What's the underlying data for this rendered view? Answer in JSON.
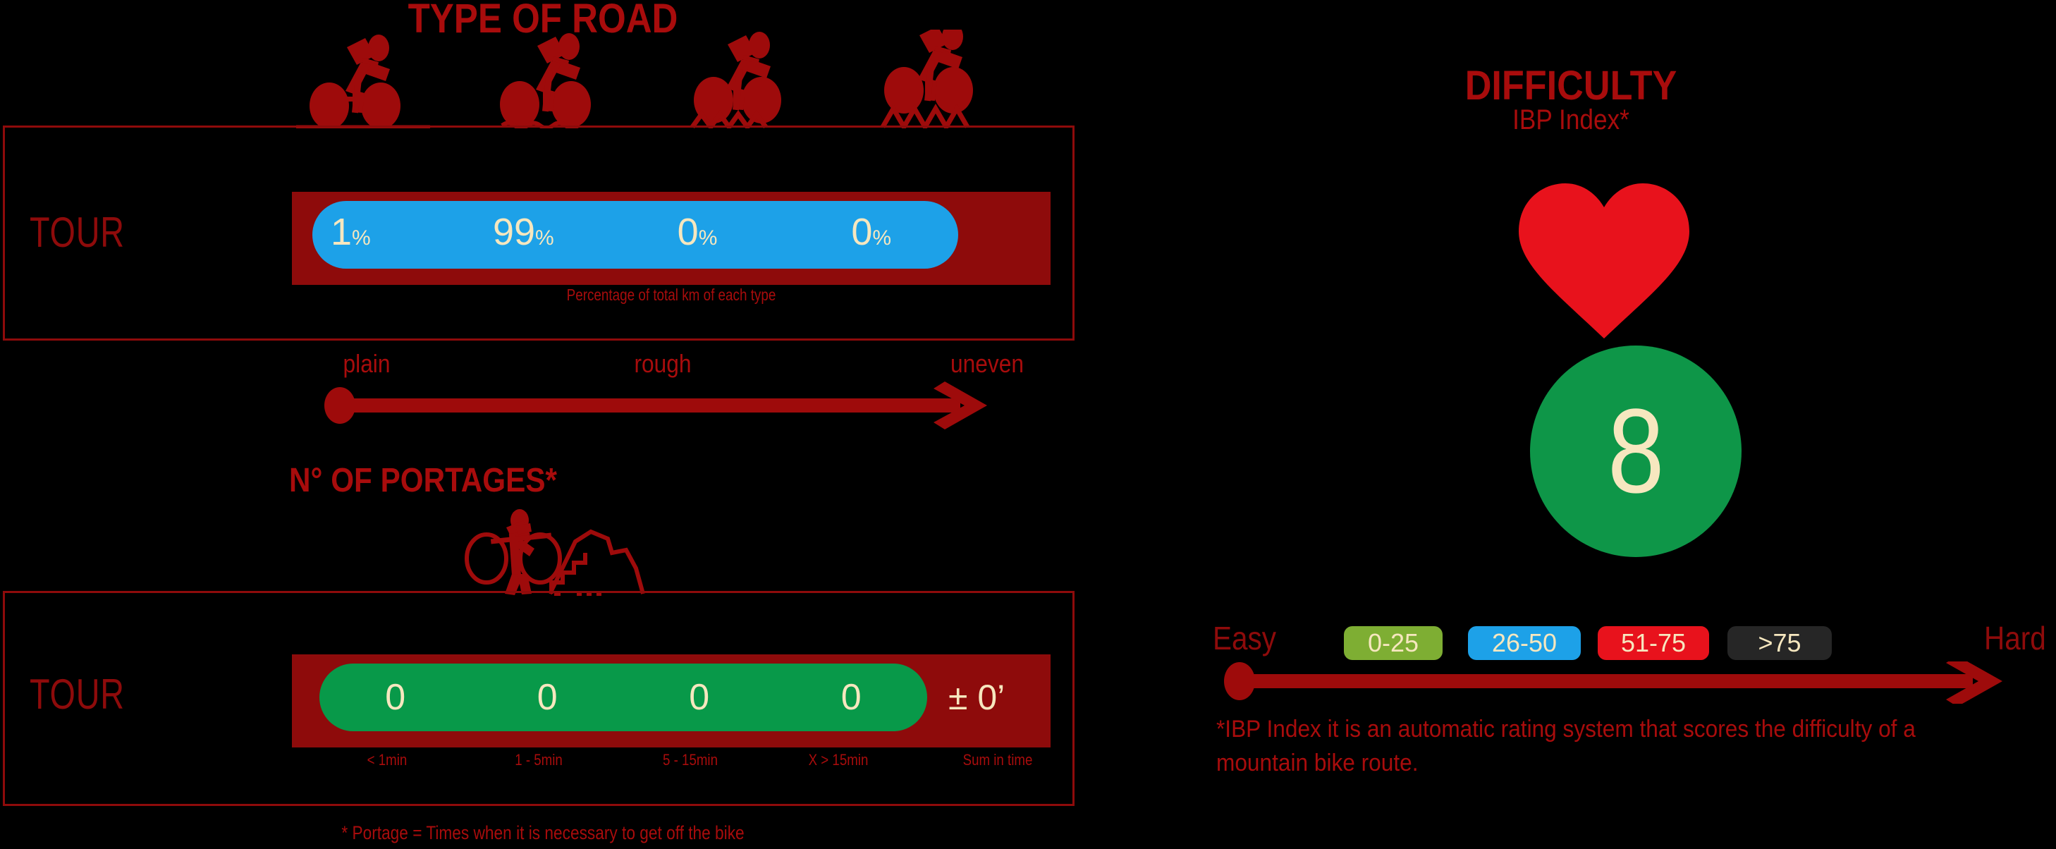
{
  "colors": {
    "background": "#000000",
    "dark_red": "#8E0B0B",
    "bright_red_text": "#A80C0C",
    "blue": "#1DA1E8",
    "green": "#089949",
    "cream": "#F6E7BF",
    "heart_red": "#E8121C",
    "circle_green": "#0E9648",
    "badge_olive": "#7EAE33",
    "badge_blue": "#1DA1E8",
    "badge_red": "#E8121C",
    "badge_dark": "#262626"
  },
  "left_panel": {
    "type_of_road": {
      "title": "TYPE OF ROAD",
      "icons": [
        {
          "name": "cyclist-plain-icon",
          "roughness": 0
        },
        {
          "name": "cyclist-slightly-rough-icon",
          "roughness": 1
        },
        {
          "name": "cyclist-rough-icon",
          "roughness": 2
        },
        {
          "name": "cyclist-uneven-icon",
          "roughness": 3
        }
      ],
      "row_label": "TOUR",
      "percentages": [
        {
          "value": "1",
          "symbol": "%"
        },
        {
          "value": "99",
          "symbol": "%"
        },
        {
          "value": "0",
          "symbol": "%"
        },
        {
          "value": "0",
          "symbol": "%"
        }
      ],
      "caption": "Percentage of total km of each type",
      "scale": {
        "labels": [
          "plain",
          "rough",
          "uneven"
        ],
        "positions_pct": [
          8,
          50,
          96
        ]
      }
    },
    "portages": {
      "title": "N° OF PORTAGES*",
      "icon_name": "hiker-carrying-bike-icon",
      "row_label": "TOUR",
      "counts": [
        "0",
        "0",
        "0",
        "0"
      ],
      "sum_label": "Sum in time",
      "sum_value": "± 0’",
      "tick_labels": [
        "< 1min",
        "1 - 5min",
        "5 - 15min",
        "X > 15min",
        "Sum in time"
      ],
      "footnote": "* Portage = Times when it is necessary to get off the bike"
    }
  },
  "right_panel": {
    "title": "DIFFICULTY",
    "subtitle": "IBP Index*",
    "heart_icon_name": "heart-icon",
    "score": "8",
    "scale": {
      "easy_label": "Easy",
      "hard_label": "Hard",
      "badges": [
        {
          "label": "0-25",
          "color": "#7EAE33"
        },
        {
          "label": "26-50",
          "color": "#1DA1E8"
        },
        {
          "label": "51-75",
          "color": "#E8121C"
        },
        {
          "label": ">75",
          "color": "#262626"
        }
      ]
    },
    "footnote": "*IBP Index it is an automatic rating system that scores the difficulty of a mountain bike route."
  }
}
